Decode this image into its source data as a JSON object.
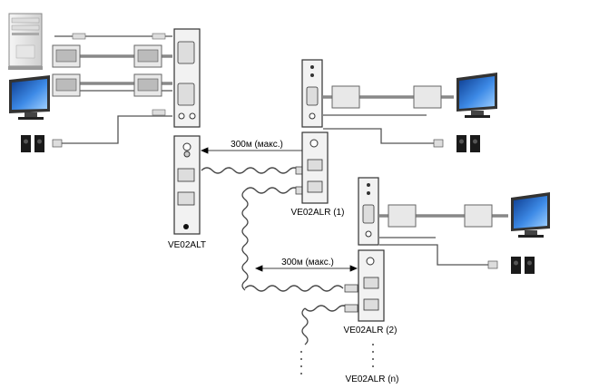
{
  "devices": {
    "transmitter": "VE02ALT",
    "receiver_1": "VE02ALR (1)",
    "receiver_2": "VE02ALR (2)",
    "receiver_n": "VE02ALR (n)"
  },
  "links": {
    "distance_1": "300м (макс.)",
    "distance_2": "300м (макс.)"
  },
  "icons": {
    "computer": "computer-tower-icon",
    "monitor": "lcd-monitor-icon",
    "speakers": "speakers-icon",
    "vga_cable": "vga-cable-icon",
    "audio_cable": "audio-cable-icon",
    "rj45_cable": "rj45-cable-icon"
  },
  "colors": {
    "screen": "#2f6fd0",
    "device_body": "#f2f2f2",
    "cable": "#555555"
  }
}
